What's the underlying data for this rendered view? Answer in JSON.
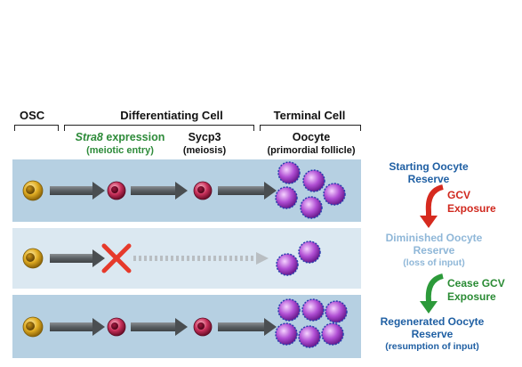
{
  "header": {
    "osc": "OSC",
    "differentiating": "Differentiating Cell",
    "terminal": "Terminal Cell",
    "stra8_italic": "Stra8",
    "stra8_rest": " expression",
    "meiotic_entry": "(meiotic entry)",
    "sycp3": "Sycp3",
    "meiosis": "(meiosis)",
    "oocyte": "Oocyte",
    "primordial": "(primordial follicle)"
  },
  "right_labels": {
    "starting_line1": "Starting Oocyte",
    "starting_line2": "Reserve",
    "gcv_line1": "GCV",
    "gcv_line2": "Exposure",
    "diminished_line1": "Diminished Oocyte",
    "diminished_line2": "Reserve",
    "diminished_note": "(loss of input)",
    "cease_line1": "Cease GCV",
    "cease_line2": "Exposure",
    "regenerated_line1": "Regenerated Oocyte",
    "regenerated_line2": "Reserve",
    "regenerated_note": "(resumption of input)"
  },
  "colors": {
    "panel_dark": "#b6d0e2",
    "panel_light": "#dbe8f1",
    "arrow_gray": "#6f7478",
    "osc_cell": "#d9a820",
    "diff_cell": "#c8305a",
    "oocyte": "#b14fd4",
    "blocked_x": "#e63a2b",
    "red_arrow": "#d62a1f",
    "green_arrow": "#2c9a3a"
  },
  "icons": {
    "block": "red-x-icon",
    "down_arrow_red": "curved-down-arrow-icon",
    "down_arrow_green": "curved-down-arrow-icon"
  }
}
